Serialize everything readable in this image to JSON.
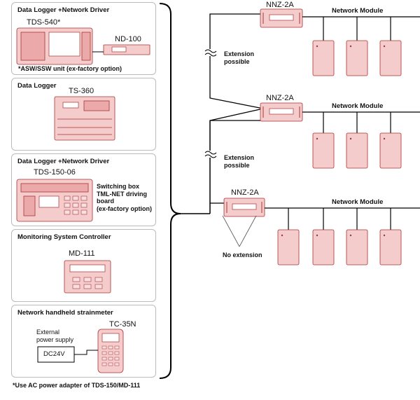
{
  "panels": [
    {
      "title": "Data Logger +Network Driver",
      "device": "TDS-540*",
      "extra": "ND-100",
      "note": "*ASW/SSW unit (ex-factory option)"
    },
    {
      "title": "Data Logger",
      "device": "TS-360"
    },
    {
      "title": "Data Logger +Network Driver",
      "device": "TDS-150-06",
      "note_lines": [
        "Switching box",
        "TML-NET driving",
        "board",
        "(ex-factory option)"
      ]
    },
    {
      "title": "Monitoring System Controller",
      "device": "MD-111"
    },
    {
      "title": "Network handheld strainmeter",
      "device": "TC-35N",
      "ext_power_lines": [
        "External",
        "power supply"
      ],
      "dc": "DC24V"
    }
  ],
  "footnote": "*Use AC power adapter of TDS-150/MD-111",
  "network": {
    "nnz_label": "NNZ-2A",
    "module_label": "Network Module",
    "extension_lines": [
      "Extension",
      "possible"
    ],
    "no_extension": "No extension"
  }
}
